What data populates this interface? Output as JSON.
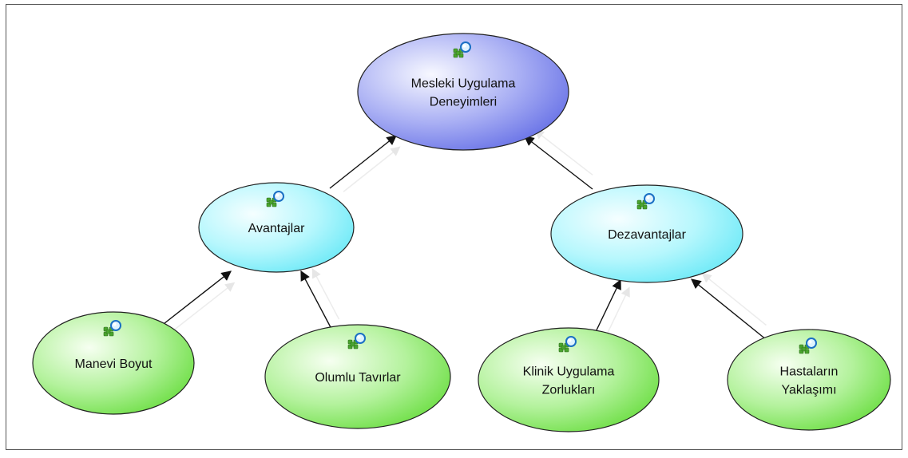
{
  "diagram": {
    "nodes": [
      {
        "id": "root",
        "lines": [
          "Mesleki Uygulama",
          "Deneyimleri"
        ],
        "level": "root",
        "color": "#8f96ee"
      },
      {
        "id": "adv",
        "lines": [
          "Avantajlar"
        ],
        "level": "category",
        "color": "#9ef3fb"
      },
      {
        "id": "dis",
        "lines": [
          "Dezavantajlar"
        ],
        "level": "category",
        "color": "#9ef3fb"
      },
      {
        "id": "manevi",
        "lines": [
          "Manevi Boyut"
        ],
        "level": "leaf",
        "color": "#98ec7a"
      },
      {
        "id": "olumlu",
        "lines": [
          "Olumlu Tavırlar"
        ],
        "level": "leaf",
        "color": "#98ec7a"
      },
      {
        "id": "klinik",
        "lines": [
          "Klinik Uygulama",
          "Zorlukları"
        ],
        "level": "leaf",
        "color": "#98ec7a"
      },
      {
        "id": "hasta",
        "lines": [
          "Hastaların",
          "Yaklaşımı"
        ],
        "level": "leaf",
        "color": "#98ec7a"
      }
    ],
    "edges": [
      {
        "from": "adv",
        "to": "root"
      },
      {
        "from": "dis",
        "to": "root"
      },
      {
        "from": "manevi",
        "to": "adv"
      },
      {
        "from": "olumlu",
        "to": "adv"
      },
      {
        "from": "klinik",
        "to": "dis"
      },
      {
        "from": "hasta",
        "to": "dis"
      }
    ],
    "node_icon": "code-link-icon"
  }
}
